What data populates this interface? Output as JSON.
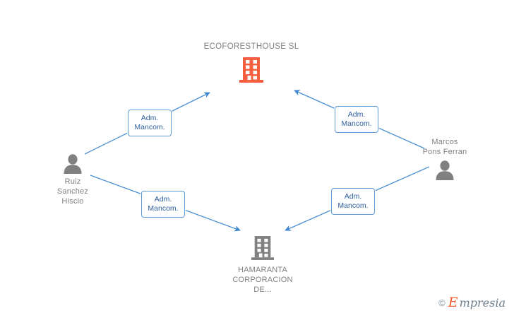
{
  "diagram": {
    "type": "organization-relationship-graph",
    "colors": {
      "company_highlight": "#f4603e",
      "company_default": "#808080",
      "person": "#808080",
      "edge": "#4a8fd4",
      "label_border": "#5a9bd8",
      "label_text": "#2f5f9e",
      "node_text": "#808080",
      "background": "#ffffff"
    },
    "nodes": [
      {
        "id": "ecoforesthouse",
        "kind": "company",
        "label": "ECOFORESTHOUSE SL",
        "icon": "building-icon",
        "highlight": true,
        "label_position": "above"
      },
      {
        "id": "ruiz-sanchez-hiscio",
        "kind": "person",
        "label": "Ruiz\nSanchez\nHiscio",
        "icon": "person-icon",
        "highlight": false,
        "label_position": "below"
      },
      {
        "id": "marcos-pons-ferran",
        "kind": "person",
        "label": "Marcos\nPons Ferran",
        "icon": "person-icon",
        "highlight": false,
        "label_position": "above"
      },
      {
        "id": "hamaranta",
        "kind": "company",
        "label": "HAMARANTA\nCORPORACION\nDE...",
        "icon": "building-icon",
        "highlight": false,
        "label_position": "below"
      }
    ],
    "edges": [
      {
        "id": "edge-ruiz-to-ecoforesthouse",
        "from": "ruiz-sanchez-hiscio",
        "to": "ecoforesthouse",
        "label_line1": "Adm.",
        "label_line2": "Mancom."
      },
      {
        "id": "edge-marcos-to-ecoforesthouse",
        "from": "marcos-pons-ferran",
        "to": "ecoforesthouse",
        "label_line1": "Adm.",
        "label_line2": "Mancom."
      },
      {
        "id": "edge-ruiz-to-hamaranta",
        "from": "ruiz-sanchez-hiscio",
        "to": "hamaranta",
        "label_line1": "Adm.",
        "label_line2": "Mancom."
      },
      {
        "id": "edge-marcos-to-hamaranta",
        "from": "marcos-pons-ferran",
        "to": "hamaranta",
        "label_line1": "Adm.",
        "label_line2": "Mancom."
      }
    ]
  },
  "watermark": {
    "copyright": "©",
    "brand_initial": "E",
    "brand_rest": "mpresia"
  }
}
